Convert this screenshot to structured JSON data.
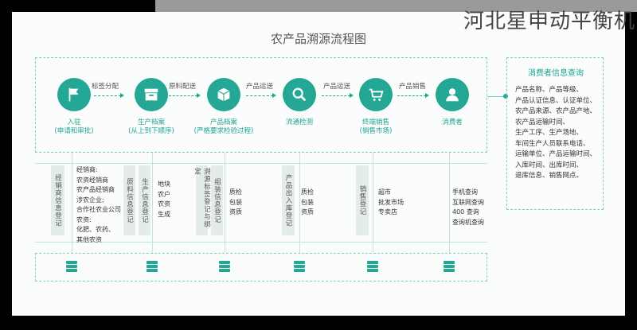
{
  "watermark": "河北星申动平衡机",
  "title": "农产品溯源流程图",
  "stages": [
    {
      "label": "入驻",
      "sub": "(申请和审批)",
      "icon": "flag-icon"
    },
    {
      "label": "生产档案",
      "sub": "(从上到下顺序)",
      "icon": "archive-icon"
    },
    {
      "label": "产品档案",
      "sub": "(严格要求检验过程)",
      "icon": "box-icon"
    },
    {
      "label": "流通检测",
      "sub": "",
      "icon": "magnifier-icon"
    },
    {
      "label": "终端销售",
      "sub": "(销售市场)",
      "icon": "cart-icon"
    },
    {
      "label": "消费者",
      "sub": "",
      "icon": "user-icon"
    }
  ],
  "arrows": [
    "标签分配",
    "原料配送",
    "产品运送",
    "产品运送",
    "产品销售"
  ],
  "info": {
    "title": "消费者信息查询",
    "lines": [
      "产品名称、产品等级、",
      "产品认证信息、认证单位、",
      "农产品来源、农产品产地、",
      "农产品运输时间、",
      "生产工序、生产场地、",
      "车间生产人员联系电话、",
      "运输单位、产品运输时间、",
      "入库时间、出库时间、",
      "退库信息、销售网点。"
    ]
  },
  "columns": {
    "c1_tag": "经销商信息登记",
    "c1_text": [
      "经销商:",
      "农资经销商",
      "农产品经销商",
      "涉农企业;",
      "合作社农业公司",
      "农资:",
      "化肥、农药、",
      "其他农资"
    ],
    "c2_tag": "原料信息登记",
    "c3_tag": "生产信息登记",
    "c3_text": [
      "地块",
      "农户",
      "农资",
      "生成"
    ],
    "c4_tag": "溯源标签登记与绑定",
    "c5_tag": "组装信息登记",
    "c5_text": [
      "质检",
      "包装",
      "资质"
    ],
    "c6_tag": "产品出入库登记",
    "c6_text": [
      "质检",
      "包装",
      "资质"
    ],
    "c7_tag": "销售登记",
    "c7_text": [
      "超市",
      "批发市场",
      "专卖店"
    ],
    "c8_text": [
      "手机查询",
      "互联网查询",
      "400 查询",
      "查询机查询"
    ]
  },
  "colors": {
    "accent": "#24a895",
    "accent_text": "#1fa491",
    "dashed": "#7fcfc0"
  }
}
